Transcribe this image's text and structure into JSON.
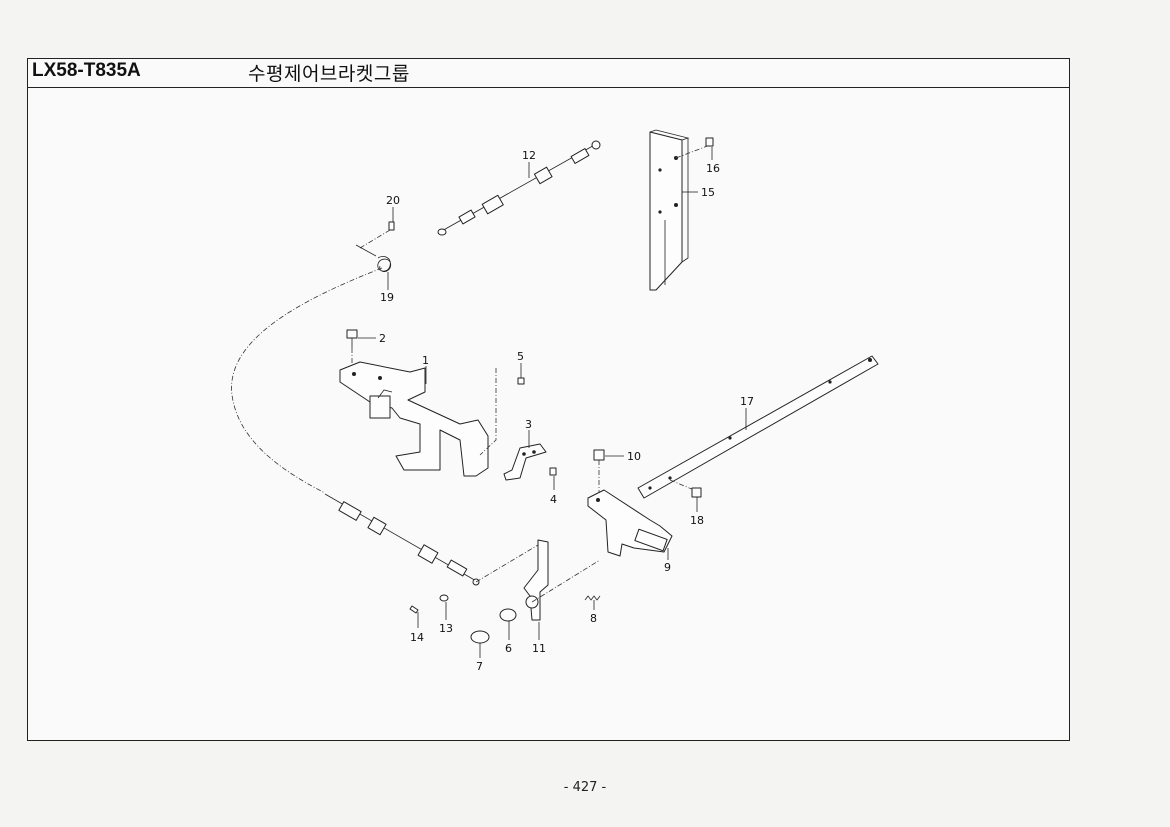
{
  "header": {
    "model_code": "LX58-T835A",
    "group_title": "수평제어브라켓그룹"
  },
  "callouts": [
    {
      "id": "c1",
      "label": "1"
    },
    {
      "id": "c2",
      "label": "2"
    },
    {
      "id": "c3",
      "label": "3"
    },
    {
      "id": "c4",
      "label": "4"
    },
    {
      "id": "c5",
      "label": "5"
    },
    {
      "id": "c6",
      "label": "6"
    },
    {
      "id": "c7",
      "label": "7"
    },
    {
      "id": "c8",
      "label": "8"
    },
    {
      "id": "c9",
      "label": "9"
    },
    {
      "id": "c10",
      "label": "10"
    },
    {
      "id": "c11",
      "label": "11"
    },
    {
      "id": "c12",
      "label": "12"
    },
    {
      "id": "c13",
      "label": "13"
    },
    {
      "id": "c14",
      "label": "14"
    },
    {
      "id": "c15",
      "label": "15"
    },
    {
      "id": "c16",
      "label": "16"
    },
    {
      "id": "c17",
      "label": "17"
    },
    {
      "id": "c18",
      "label": "18"
    },
    {
      "id": "c19",
      "label": "19"
    },
    {
      "id": "c20",
      "label": "20"
    }
  ],
  "footer": {
    "page_number": "- 427 -"
  }
}
